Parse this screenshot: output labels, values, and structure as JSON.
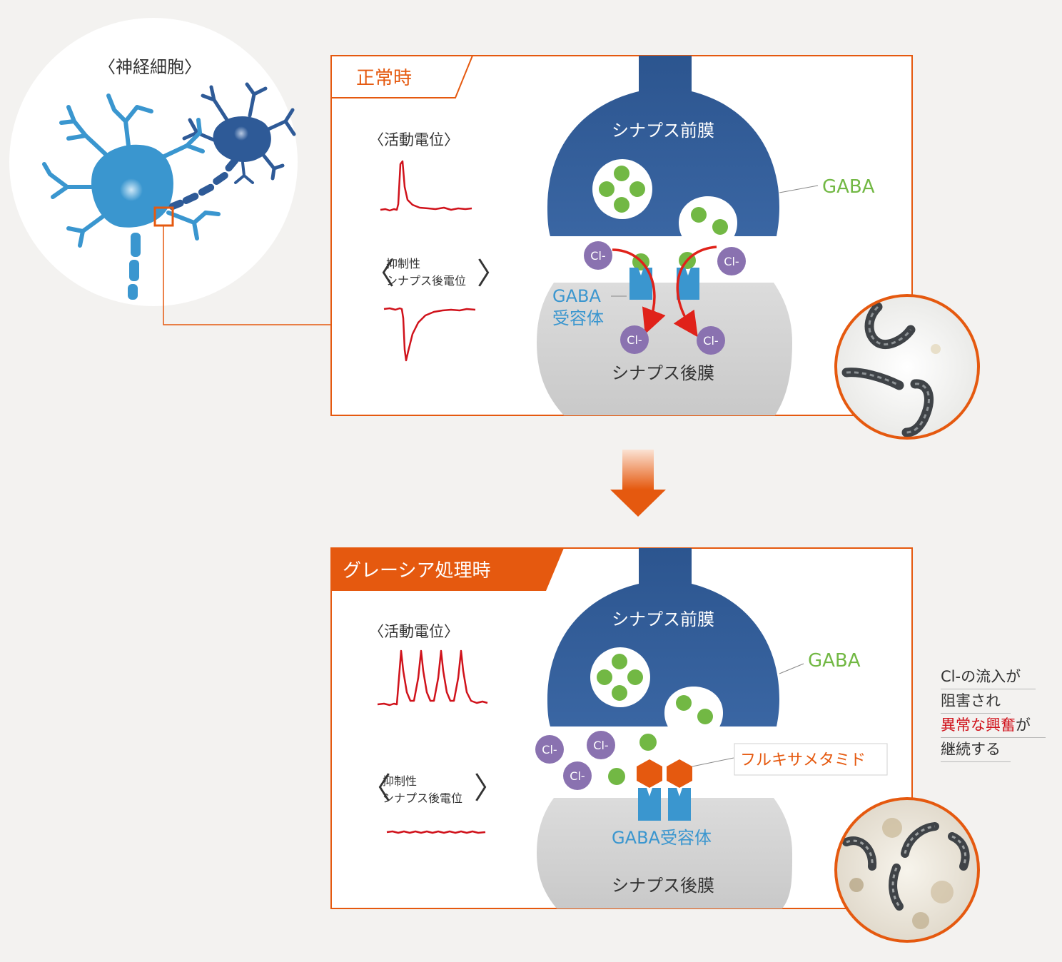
{
  "neuron": {
    "title": "〈神経細胞〉"
  },
  "normal": {
    "tab": "正常時",
    "action_potential": "〈活動電位〉",
    "ipsp_l1": "抑制性",
    "ipsp_l2": "シナプス後電位",
    "pre_membrane": "シナプス前膜",
    "post_membrane": "シナプス後膜",
    "gaba": "GABA",
    "receptor_l1": "GABA",
    "receptor_l2": "受容体",
    "ion": "Cl-"
  },
  "treated": {
    "tab": "グレーシア処理時",
    "action_potential": "〈活動電位〉",
    "ipsp_l1": "抑制性",
    "ipsp_l2": "シナプス後電位",
    "pre_membrane": "シナプス前膜",
    "post_membrane": "シナプス後膜",
    "gaba": "GABA",
    "receptor": "GABA受容体",
    "drug": "フルキサメタミド",
    "ion": "Cl-"
  },
  "note": {
    "l1": "Cl-の流入が",
    "l2": "阻害され",
    "l3_red": "異常な興奮",
    "l3_rest": "が",
    "l4": "継続する"
  },
  "colors": {
    "accent": "#e5590f",
    "presynapse": "#2e5a97",
    "gaba_green": "#72b844",
    "receptor_blue": "#3a96cf",
    "ion_purple": "#8a72b0",
    "trace_red": "#d0121b"
  },
  "icons": [
    "neuron-illustration",
    "larvae-photo-normal",
    "larvae-photo-treated",
    "down-arrow-icon"
  ]
}
